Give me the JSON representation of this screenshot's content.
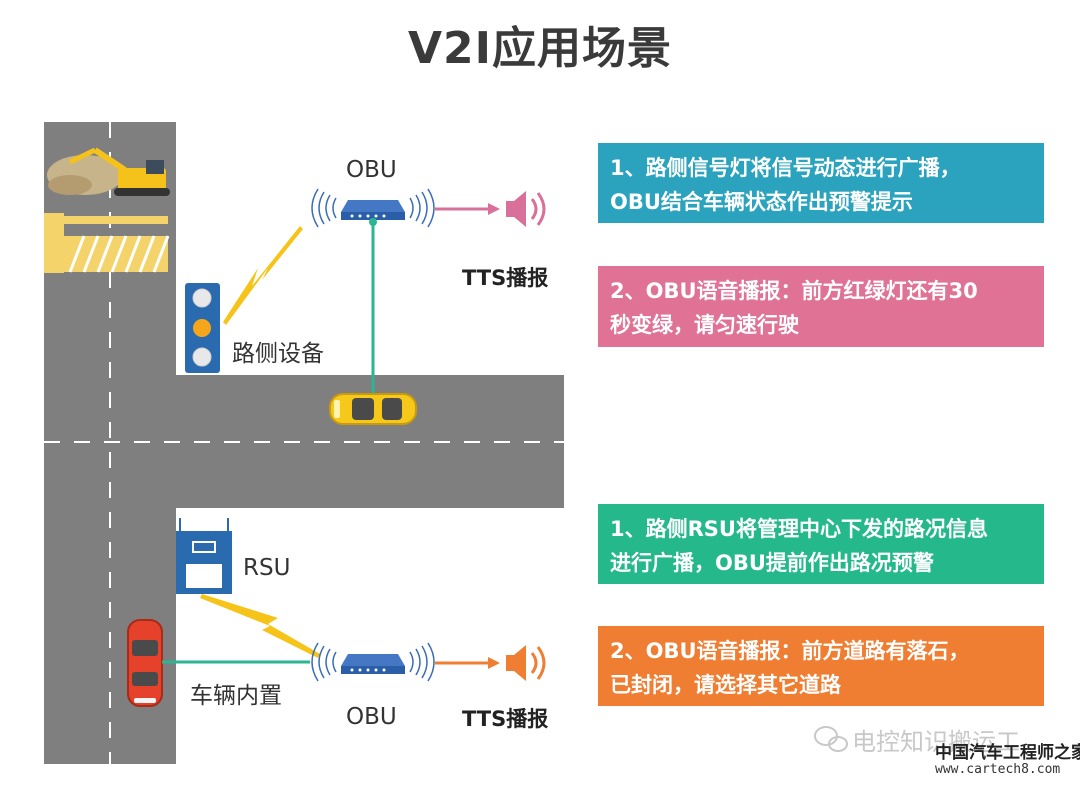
{
  "title": "V2I应用场景",
  "labels": {
    "obu_top": "OBU",
    "tts_top": "TTS播报",
    "roadside": "路侧设备",
    "rsu": "RSU",
    "vehicle": "车辆内置",
    "obu_bottom": "OBU",
    "tts_bottom": "TTS播报"
  },
  "boxes": [
    {
      "line1": "1、路侧信号灯将信号动态进行广播，",
      "line2": "OBU结合车辆状态作出预警提示",
      "color": "#2ba3be"
    },
    {
      "line1": "2、OBU语音播报：前方红绿灯还有30",
      "line2": "秒变绿，请匀速行驶",
      "color": "#e07295"
    },
    {
      "line1": "1、路侧RSU将管理中心下发的路况信息",
      "line2": "进行广播，OBU提前作出路况预警",
      "color": "#25b88a"
    },
    {
      "line1": "2、OBU语音播报：前方道路有落石，",
      "line2": "已封闭，请选择其它道路",
      "color": "#ef7e33"
    }
  ],
  "watermark": {
    "text": "电控知识搬运工",
    "brand": "中国汽车工程师之家",
    "url": "www.cartech8.com"
  },
  "colors": {
    "road": "#7f7f7f",
    "link": "#2bb593",
    "lightning": "#f6c419",
    "obu": "#2a5ea8",
    "speaker_pink": "#d9709a",
    "speaker_orange": "#ef7e33"
  }
}
